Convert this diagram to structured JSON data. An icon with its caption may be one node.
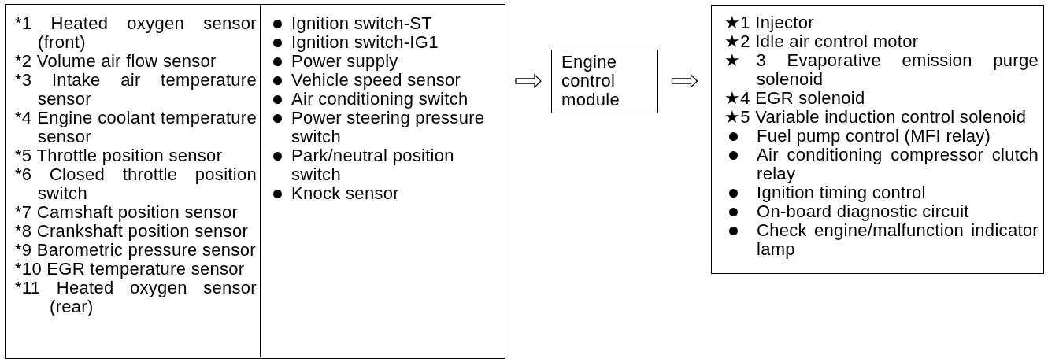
{
  "diagram": {
    "nodes": [
      {
        "text": [],
        "shape": "box"
      },
      {
        "text": [
          "*1 Heated oxygen sensor (front)",
          "*2 Volume air flow sensor",
          "*3 Intake air temperature sensor",
          "*4 Engine coolant temperature sensor",
          "*5 Throttle position sensor",
          "*6 Closed throttle position switch",
          "*7 Camshaft position sensor",
          "*8 Crankshaft position sensor",
          "*9 Barometric pressure sensor",
          "*10 EGR temperature sensor",
          "*11 Heated oxygen sensor (rear)"
        ],
        "in": 0
      },
      {
        "text": [
          "Ignition switch-ST",
          "Ignition switch-IG1",
          "Power supply",
          "Vehicle speed sensor",
          "Air conditioning switch",
          "Power steering pressure switch",
          "Park/neutral position switch",
          "Knock sensor"
        ],
        "in": 0
      },
      {
        "text": [
          "Engine control module"
        ]
      },
      {
        "text": [
          "★1 Injector",
          "★2 Idle air control motor",
          "★3 Evaporative emission purge solenoid",
          "★4 EGR solenoid",
          "★5 Variable induction control solenoid",
          "Fuel pump control (MFI relay)",
          "Air conditioning compressor clutch relay",
          "Ignition timing control",
          "On-board diagnostic circuit",
          "Check engine/malfunction indicator lamp"
        ]
      }
    ],
    "edges": [
      {
        "from": 0,
        "to": 3,
        "arrow": "to"
      },
      {
        "from": 3,
        "to": 4,
        "arrow": "to"
      }
    ]
  }
}
